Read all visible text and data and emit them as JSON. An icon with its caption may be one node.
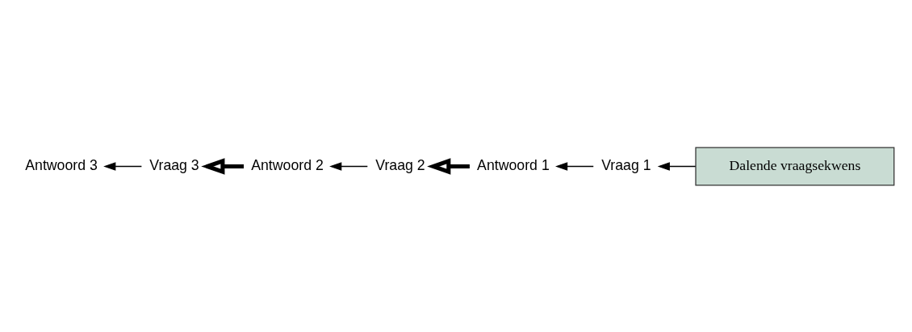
{
  "diagram": {
    "nodes": [
      {
        "text": [
          "Dalende vraagsekwens"
        ]
      },
      {
        "text": [
          "Vraag 1"
        ]
      },
      {
        "text": [
          "Antwoord 1"
        ]
      },
      {
        "text": [
          "Vraag 2"
        ]
      },
      {
        "text": [
          "Antwoord 2"
        ]
      },
      {
        "text": [
          "Vraag 3"
        ]
      },
      {
        "text": [
          "Antwoord 3"
        ]
      }
    ],
    "edges": [
      {
        "from": 0,
        "to": 1,
        "arrow": "to"
      },
      {
        "from": 1,
        "to": 2,
        "arrow": "to"
      },
      {
        "from": 2,
        "to": 3,
        "arrow": "to",
        "style": "thick"
      },
      {
        "from": 3,
        "to": 4,
        "arrow": "to"
      },
      {
        "from": 4,
        "to": 5,
        "arrow": "to",
        "style": "thick"
      },
      {
        "from": 5,
        "to": 6,
        "arrow": "to"
      }
    ]
  }
}
